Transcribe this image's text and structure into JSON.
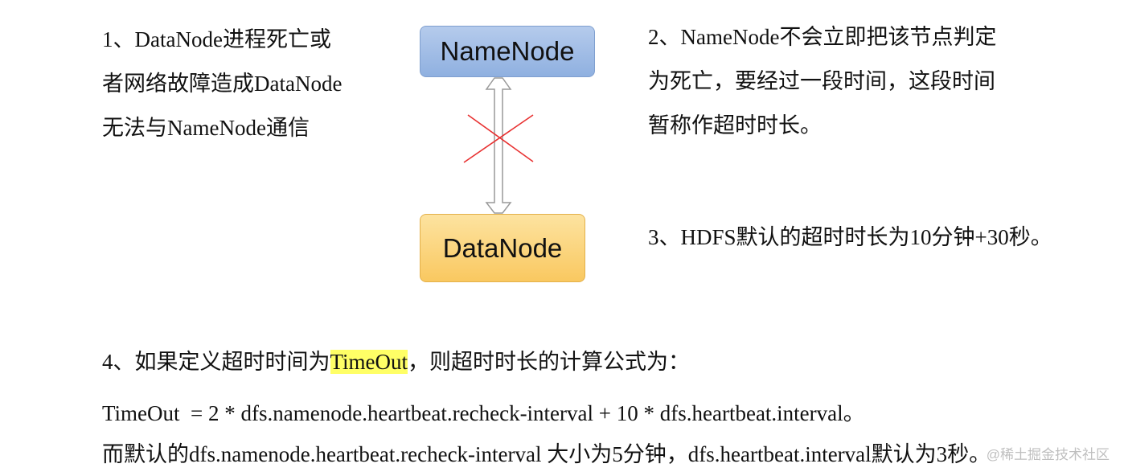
{
  "left_note": {
    "lines": [
      "1、DataNode进程死亡或",
      "者网络故障造成DataNode",
      "无法与NameNode通信"
    ]
  },
  "right_note_2": {
    "lines": [
      "2、NameNode不会立即把该节点判定",
      "为死亡，要经过一段时间，这段时间",
      "暂称作超时时长。"
    ]
  },
  "right_note_3": {
    "text": "3、HDFS默认的超时时长为10分钟+30秒。"
  },
  "note_4": {
    "prefix": "4、如果定义超时时间为",
    "highlight": "TimeOut",
    "suffix": "，则超时时长的计算公式为："
  },
  "formula": {
    "text": "TimeOut  = 2 * dfs.namenode.heartbeat.recheck-interval + 10 * dfs.heartbeat.interval。"
  },
  "defaults": {
    "text": "而默认的dfs.namenode.heartbeat.recheck-interval 大小为5分钟，dfs.heartbeat.interval默认为3秒。"
  },
  "nodes": {
    "namenode": "NameNode",
    "datanode": "DataNode"
  },
  "watermark": {
    "text": "@稀土掘金技术社区"
  },
  "colors": {
    "namenode_fill": "#9bb9e5",
    "datanode_fill": "#fbd57a",
    "cross": "#e83030",
    "arrow": "#999999",
    "highlight": "#ffff66"
  }
}
